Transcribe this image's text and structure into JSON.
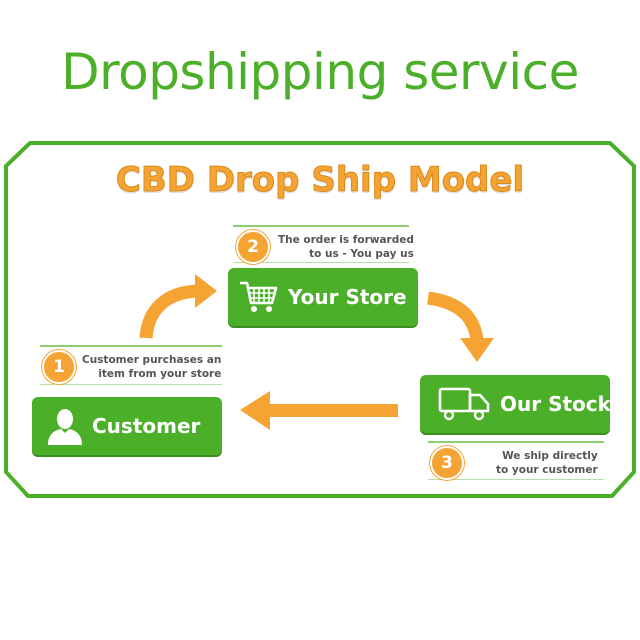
{
  "page": {
    "title": "Dropshipping service"
  },
  "diagram": {
    "title": "CBD Drop Ship Model",
    "nodes": {
      "store": {
        "label": "Your Store",
        "icon": "shopping-cart-icon"
      },
      "stock": {
        "label": "Our Stock",
        "icon": "delivery-truck-icon"
      },
      "customer": {
        "label": "Customer",
        "icon": "person-icon"
      }
    },
    "steps": [
      {
        "number": "1",
        "line1": "Customer purchases an",
        "line2": "item from your store"
      },
      {
        "number": "2",
        "line1": "The order is forwarded",
        "line2": "to us - You pay us"
      },
      {
        "number": "3",
        "line1": "We ship directly",
        "line2": "to your customer"
      }
    ]
  },
  "colors": {
    "green": "#4caf2a",
    "orange": "#f5a332",
    "text_gray": "#555555"
  }
}
